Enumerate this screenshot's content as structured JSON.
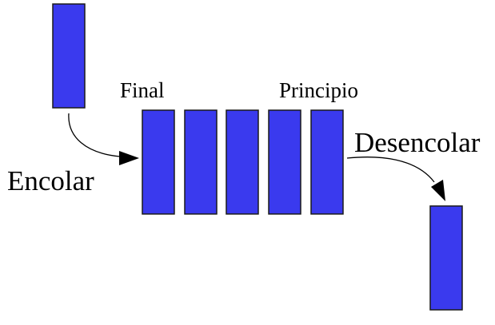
{
  "labels": {
    "final": "Final",
    "principio": "Principio",
    "encolar": "Encolar",
    "desencolar": "Desencolar"
  },
  "colors": {
    "block_fill": "#3a3aee",
    "block_stroke": "#1a1a1a",
    "arrow": "#000000",
    "text": "#000000",
    "background": "#ffffff"
  },
  "queue": {
    "element_count_in_queue": 5
  }
}
